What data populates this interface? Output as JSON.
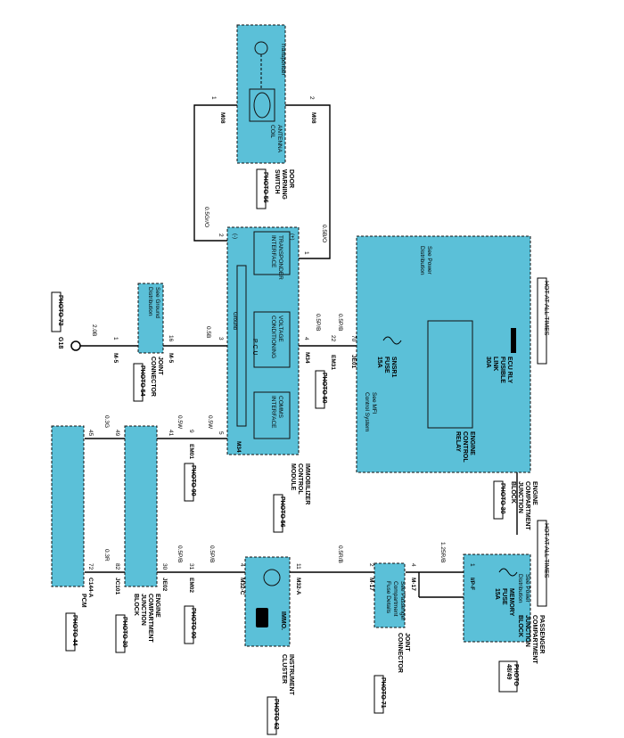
{
  "components": {
    "transponder": "Transponder",
    "antenna_coil_1": "ANTENNA",
    "antenna_coil_2": "COIL",
    "door_warning_switch": [
      "DOOR",
      "WARNING",
      "SWITCH"
    ],
    "immobilizer_module": [
      "IMMOBILIZER",
      "CONTROL",
      "MODULE"
    ],
    "transponder_interface": [
      "TRANSPONDER",
      "INTERFACE"
    ],
    "voltage_conditioning": [
      "VOLTAGE",
      "CONDITIONING"
    ],
    "comms_interface": [
      "COMMS",
      "INTERFACE"
    ],
    "pcu": "P C U",
    "ground": "Ground",
    "plus": "(+)",
    "minus": "(-)",
    "engine_compartment_jb": [
      "ENGINE",
      "COMPARTMENT",
      "JUNCTION",
      "BLOCK"
    ],
    "hot_at_all_times": "HOT AT ALL TIMES",
    "see_power_distribution": [
      "See Power",
      "Distribution"
    ],
    "ecu_rly_fusible_link": [
      "ECU RLY",
      "FUSIBLE",
      "LINK",
      "30A"
    ],
    "snsr1_fuse": [
      "SNSR1",
      "FUSE",
      "15A"
    ],
    "see_mfi": [
      "See MFI",
      "Control System"
    ],
    "engine_control_relay": [
      "ENGINE",
      "CONTROL",
      "RELAY"
    ],
    "joint_connector_m5": [
      "JOINT",
      "CONNECTOR"
    ],
    "see_ground_distribution": [
      "See Ground",
      "Distribution"
    ],
    "ground_g18": "G18",
    "pcm": "PCM",
    "instrument_cluster": [
      "INSTRUMENT",
      "CLUSTER"
    ],
    "immo": "IMMO.",
    "joint_connector_m17": [
      "JOINT",
      "CONNECTOR"
    ],
    "see_passenger_fuse": [
      "See Passenger",
      "Compartment",
      "Fuse Details"
    ],
    "passenger_jb": [
      "PASSENGER",
      "COMPARTMENT",
      "JUNCTION",
      "BLOCK"
    ],
    "memory_fuse": [
      "MEMORY",
      "FUSE",
      "15A"
    ]
  },
  "photos": {
    "p56a": "PHOTO 56",
    "p56b": "PHOTO 56",
    "p30a": "PHOTO 30",
    "p30b": "PHOTO 30",
    "p50": "PHOTO 50",
    "p54": "PHOTO 54",
    "p73": "PHOTO 73",
    "p90a": "PHOTO 90",
    "p90b": "PHOTO 90",
    "p44": "PHOTO 44",
    "p62": "PHOTO 62",
    "p71": "PHOTO 71",
    "p4849": [
      "PHOTO",
      "48/49"
    ]
  },
  "connectors": {
    "m08_left": "M08",
    "m08_right": "M08",
    "m34_top": "M34",
    "m34_bottom": "M34",
    "je01": "JE01",
    "em31": "EM31",
    "m5_a": "M-5",
    "m5_b": "M-5",
    "em01": "EM01",
    "je02": "JE02",
    "jc101": "JC101",
    "c144a": "C144-A",
    "em02": "EM02",
    "m32c": "M32-C",
    "m32a": "M32-A",
    "m17_a": "M-17",
    "m17_b": "M-17",
    "ipf": "I/P-F"
  },
  "pins": {
    "m08_1": "1",
    "m08_2": "2",
    "icm_2": "2",
    "icm_1": "1",
    "icm_3": "3",
    "icm_4": "4",
    "icm_5": "5",
    "je01_70": "70",
    "em31_22": "22",
    "m5_16": "16",
    "m5_1": "1",
    "em01_41": "41",
    "em01_9": "9",
    "jc_49": "49",
    "jc_45": "45",
    "je02_30": "30",
    "em02_31": "31",
    "jc101_82": "82",
    "c144_72": "72",
    "ic_4": "4",
    "ic_11": "11",
    "m17_2": "2",
    "m17_4": "4",
    "ipf_1": "1"
  },
  "wires": {
    "w1": "0.5Gr/O",
    "w2": "0.5B/O",
    "w3": "0.5P/B",
    "w4": "0.5P/B",
    "w5": "0.5B",
    "w6": "2.0B",
    "w7": "0.5W",
    "w8": "0.5W",
    "w9": "0.3G",
    "w10": "0.5P/B",
    "w11": "0.5P/B",
    "w12": "0.3R",
    "w13": "0.5R/B",
    "w14": "1.25R/B"
  }
}
